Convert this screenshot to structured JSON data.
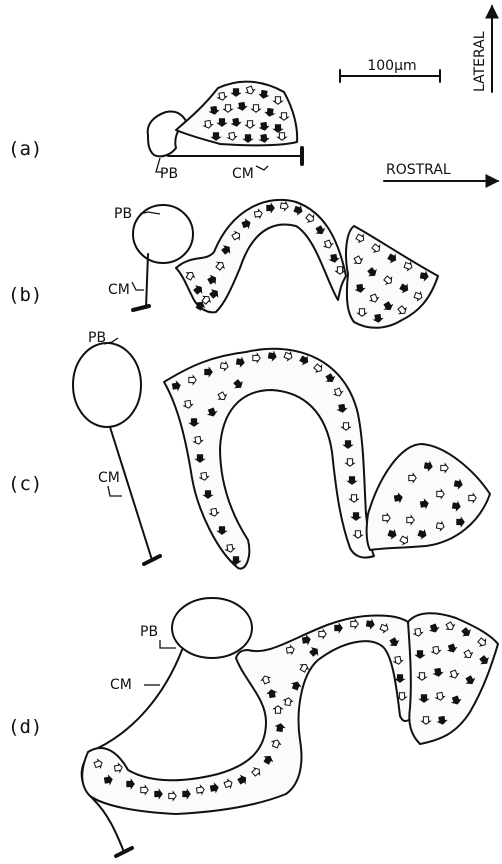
{
  "panels": [
    {
      "id": "a",
      "label": "(a)"
    },
    {
      "id": "b",
      "label": "(b)"
    },
    {
      "id": "c",
      "label": "(c)"
    },
    {
      "id": "d",
      "label": "(d)"
    }
  ],
  "structures": {
    "pb": "PB",
    "cm": "CM"
  },
  "scale_bar": {
    "label": "100μm"
  },
  "axes": {
    "lateral": "LATERAL",
    "rostral": "ROSTRAL"
  }
}
